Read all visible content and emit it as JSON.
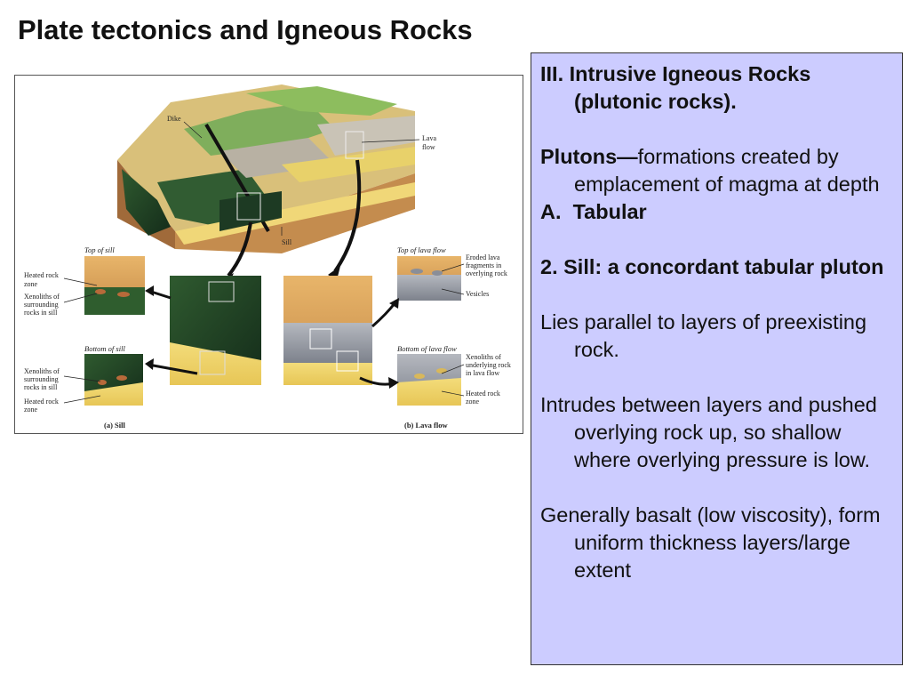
{
  "slide": {
    "title": "Plate tectonics and Igneous Rocks"
  },
  "figure": {
    "labels": {
      "dike": "Dike",
      "lava_flow": [
        "Lava",
        "flow"
      ],
      "sill": "Sill",
      "top_of_sill": "Top of sill",
      "heated_rock_zone_top": [
        "Heated rock",
        "zone"
      ],
      "xenoliths_sill_top": [
        "Xenoliths of",
        "surrounding",
        "rocks in sill"
      ],
      "bottom_of_sill": "Bottom of sill",
      "xenoliths_sill_bottom": [
        "Xenoliths of",
        "surrounding",
        "rocks in sill"
      ],
      "heated_rock_zone_bottom": [
        "Heated rock",
        "zone"
      ],
      "caption_a": "(a) Sill",
      "top_of_lava_flow": "Top of lava flow",
      "eroded_lava": [
        "Eroded lava",
        "fragments in",
        "overlying rock"
      ],
      "vesicles": "Vesicles",
      "bottom_of_lava_flow": "Bottom of lava flow",
      "xenoliths_lava": [
        "Xenoliths of",
        "underlying rock",
        "in lava flow"
      ],
      "heated_rock_zone_lava": [
        "Heated rock",
        "zone"
      ],
      "caption_b": "(b) Lava flow"
    }
  },
  "panel": {
    "heading_line1": "III. Intrusive Igneous Rocks",
    "heading_line2": "(plutonic rocks).",
    "plutons_term": "Plutons—",
    "plutons_def": "formations created by emplacement of magma at depth",
    "tabular_marker": "A.",
    "tabular_label": "Tabular",
    "sill_heading": "2. Sill: a concordant tabular pluton",
    "p1": "Lies parallel to layers of preexisting rock.",
    "p2": "Intrudes between layers and pushed overlying rock up, so shallow where overlying pressure is low.",
    "p3": "Generally basalt (low viscosity), form uniform thickness layers/large extent"
  }
}
